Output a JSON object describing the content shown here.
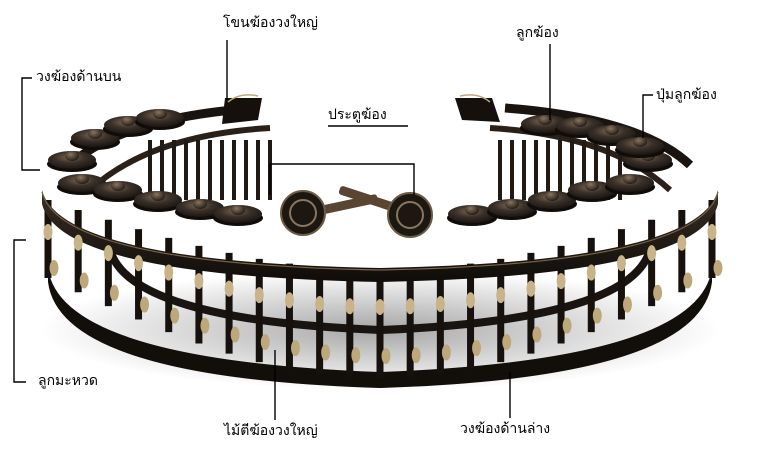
{
  "labels": {
    "gong_frame_end": "โขนฆ้องวงใหญ่",
    "upper_rim": "วงฆ้องด้านบน",
    "door_gap": "ประตูฆ้อง",
    "gong": "ลูกฆ้อง",
    "gong_knob": "ปุ่มลูกฆ้อง",
    "beads": "ลูกมะหวด",
    "mallets": "ไม้ตีฆ้องวงใหญ่",
    "lower_rim": "วงฆ้องด้านล่าง"
  },
  "colors": {
    "frame": "#1a1410",
    "gong": "#2b2520",
    "gong_highlight": "#6b5a48",
    "bead": "#c9b48a",
    "leader": "#000000"
  }
}
